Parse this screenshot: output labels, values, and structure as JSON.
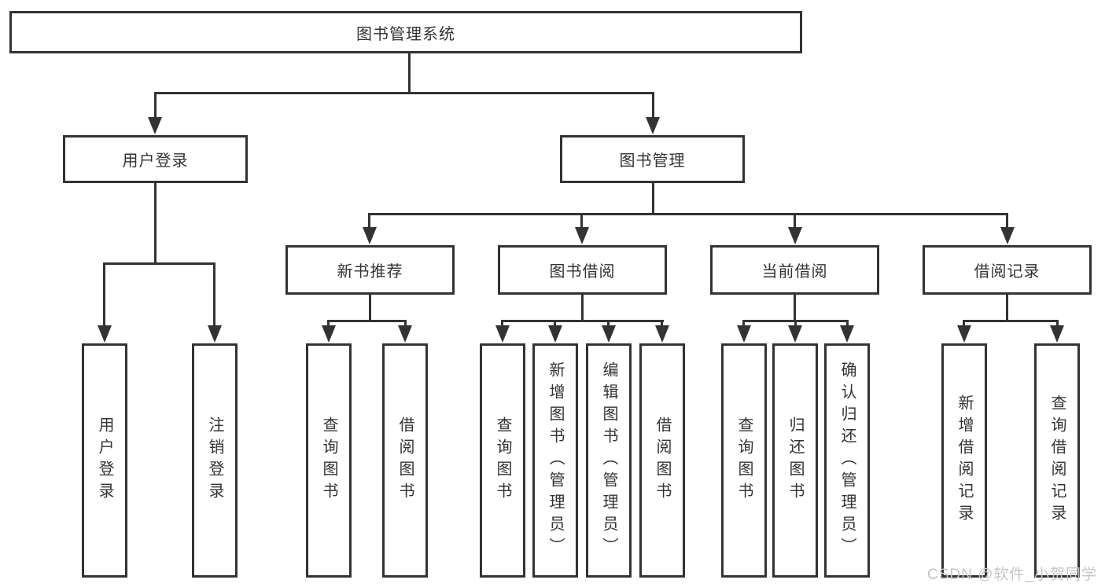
{
  "colors": {
    "line": "#333333",
    "box_border": "#333333",
    "box_fill": "#ffffff",
    "text": "#333333",
    "watermark_text": "#c6c6c6",
    "background": "#ffffff"
  },
  "diagram": {
    "root": {
      "label": "图书管理系统"
    },
    "level2": [
      {
        "id": "user-login",
        "label": "用户登录"
      },
      {
        "id": "book-management",
        "label": "图书管理"
      }
    ],
    "level3": [
      {
        "id": "new-book-recommend",
        "parent": "book-management",
        "label": "新书推荐"
      },
      {
        "id": "book-borrow",
        "parent": "book-management",
        "label": "图书借阅"
      },
      {
        "id": "current-borrow",
        "parent": "book-management",
        "label": "当前借阅"
      },
      {
        "id": "borrow-records",
        "parent": "book-management",
        "label": "借阅记录"
      }
    ],
    "leaves": [
      {
        "parent": "user-login",
        "label": "用户登录"
      },
      {
        "parent": "user-login",
        "label": "注销登录"
      },
      {
        "parent": "new-book-recommend",
        "label": "查询图书"
      },
      {
        "parent": "new-book-recommend",
        "label": "借阅图书"
      },
      {
        "parent": "book-borrow",
        "label": "查询图书"
      },
      {
        "parent": "book-borrow",
        "label": "新增图书（管理员）"
      },
      {
        "parent": "book-borrow",
        "label": "编辑图书（管理员）"
      },
      {
        "parent": "book-borrow",
        "label": "借阅图书"
      },
      {
        "parent": "current-borrow",
        "label": "查询图书"
      },
      {
        "parent": "current-borrow",
        "label": "归还图书"
      },
      {
        "parent": "current-borrow",
        "label": "确认归还（管理员）"
      },
      {
        "parent": "borrow-records",
        "label": "新增借阅记录"
      },
      {
        "parent": "borrow-records",
        "label": "查询借阅记录"
      }
    ]
  },
  "watermark": {
    "text": "CSDN @软件_小贺同学"
  }
}
